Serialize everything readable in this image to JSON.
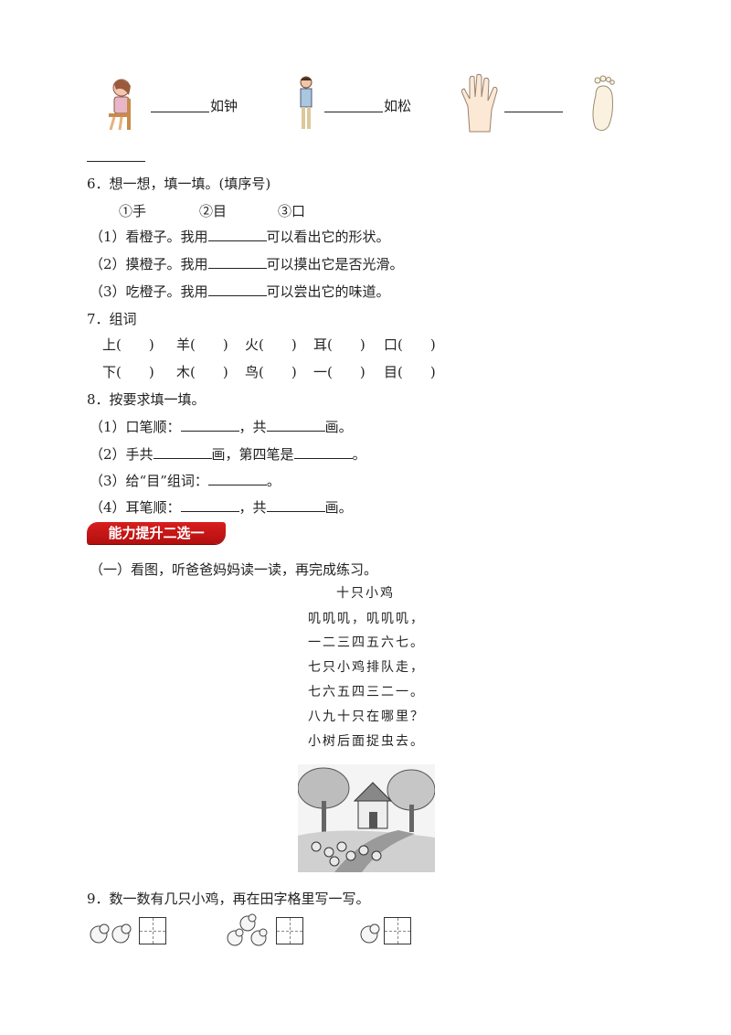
{
  "top_row": {
    "zhong": "如钟",
    "song": "如松"
  },
  "q6": {
    "title": "6．想一想，填一填。(填序号)",
    "options": [
      "①手",
      "②目",
      "③口"
    ],
    "items": [
      {
        "pre": "（1）看橙子。我用",
        "post": "可以看出它的形状。"
      },
      {
        "pre": "（2）摸橙子。我用",
        "post": "可以摸出它是否光滑。"
      },
      {
        "pre": "（3）吃橙子。我用",
        "post": "可以尝出它的味道。"
      }
    ]
  },
  "q7": {
    "title": "7．组词",
    "row1": [
      "上(　　)",
      "羊(　　)",
      "火(　　)",
      "耳(　　)",
      "口(　　)"
    ],
    "row2": [
      "下(　　)",
      "木(　　)",
      "鸟(　　)",
      "一(　　)",
      "目(　　)"
    ]
  },
  "q8": {
    "title": "8．按要求填一填。",
    "i1": {
      "a": "（1）口笔顺：",
      "b": "，共",
      "c": "画。"
    },
    "i2": {
      "a": "（2）手共",
      "b": "画，第四笔是",
      "c": "。"
    },
    "i3": {
      "a": "（3）给“目”组词：",
      "c": "。"
    },
    "i4": {
      "a": "（4）耳笔顺：",
      "b": "，共",
      "c": "画。"
    }
  },
  "section_title": "能力提升二选一",
  "reading": {
    "intro": "（一）看图，听爸爸妈妈读一读，再完成练习。",
    "poem_title": "十只小鸡",
    "poem_lines": [
      "叽叽叽，叽叽叽，",
      "一二三四五六七。",
      "七只小鸡排队走，",
      "七六五四三二一。",
      "八九十只在哪里？",
      "小树后面捉虫去。"
    ]
  },
  "q9": {
    "title": "9．数一数有几只小鸡，再在田字格里写一写。"
  },
  "colors": {
    "section_red": "#c4161c"
  }
}
